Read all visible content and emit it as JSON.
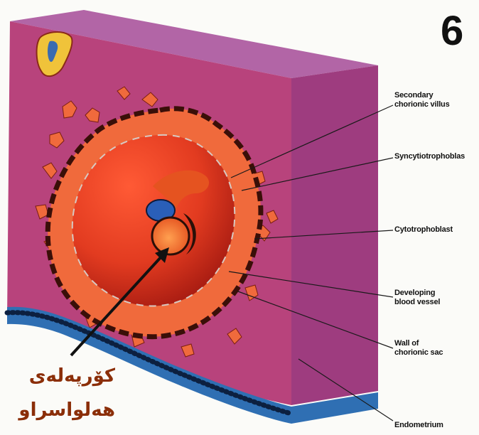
{
  "panel_number": "6",
  "labels": {
    "secondary_villus": "Secondary\nchorionic villus",
    "syncytiotrophoblast": "Syncytiotrophoblas",
    "cytotrophoblast": "Cytotrophoblast",
    "blood_vessel": "Developing\nblood vessel",
    "chorionic_wall": "Wall of\nchorionic sac",
    "endometrium": "Endometrium"
  },
  "embryo_caption": {
    "line1": "کۆرپەلەی",
    "line2": "هەلواسراو"
  },
  "colors": {
    "tissue_front": "#b8437c",
    "tissue_side": "#9e3c7f",
    "tissue_top": "#b265a6",
    "chorion": "#e2452a",
    "villus": "#f06a3c",
    "amnion_blue": "#2a5fb8",
    "caption": "#8b2e08"
  }
}
